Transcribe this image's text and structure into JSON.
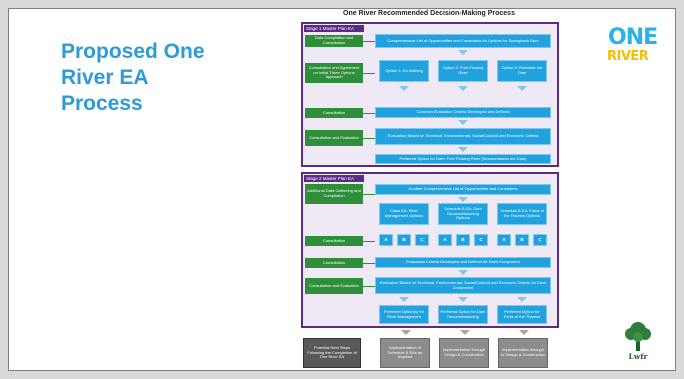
{
  "slide": {
    "title_lines": [
      "Proposed One",
      "River EA",
      "Process"
    ]
  },
  "flowchart": {
    "title": "One River Recommended Decision-Making Process",
    "stage1": {
      "header": "Stage 1 Master Plan EA",
      "left": [
        "Data Compilation and Consultation",
        "Consultation and Agreement on Initial Three Options Approach",
        "Consultation",
        "Consultation and Evaluation"
      ],
      "top": "Comprehensive List of Opportunities and Constraints for Options for Springbank Dam",
      "options": [
        "Option 1: Do Nothing",
        "Option 2: Free-Flowing River",
        "Option 3: Reinstate the Dam"
      ],
      "criteria": "Common Evaluation Criteria Developed and Defined",
      "evaluation": "Evaluation Based on Technical, Environmental, Social/Cultural and Economic Criteria",
      "preferred": "Preferred Option for Dam: Free Flowing River (Decommission the Dam)"
    },
    "stage2": {
      "header": "Stage 2 Master Plan EA",
      "left": [
        "Additional Data Gathering and Compilation",
        "Consultation",
        "Consultation",
        "Consultation and Evaluation"
      ],
      "top": "Confirm Comprehensive List of Opportunities and Constraints",
      "components": [
        "Class EA: River Management Options",
        "Schedule B EA: Dam Decommissioning Options",
        "Schedule B EA: Forks of the Thames Options"
      ],
      "alt_labels": [
        "A",
        "B",
        "C",
        "A",
        "B",
        "C",
        "A",
        "B",
        "C"
      ],
      "criteria": "Evaluation Criteria Developed and Defined for Each Component",
      "evaluation": "Evaluation Based on Technical, Environmental, Social/Cultural and Economic Criteria for Each Component",
      "preferred": [
        "Preferred Option(s) for River Management",
        "Preferred Option for Dam Decommissioning",
        "Preferred Option for Forks of the Thames"
      ]
    },
    "bottom": {
      "left": "Potential Next Steps Following the Completion of One River EA",
      "items": [
        "Implementation of Schedule B EAs as required",
        "Implementation through Design & Construction",
        "Implementation through to Design & Construction"
      ]
    }
  },
  "logos": {
    "one_river_top": "ONE",
    "one_river_bottom": "RIVER",
    "landowner": "Lwfr"
  },
  "colors": {
    "title_blue": "#2e9bd6",
    "stage_purple": "#5b2b82",
    "process_green": "#2f8e3a",
    "step_blue": "#1fa2de"
  }
}
